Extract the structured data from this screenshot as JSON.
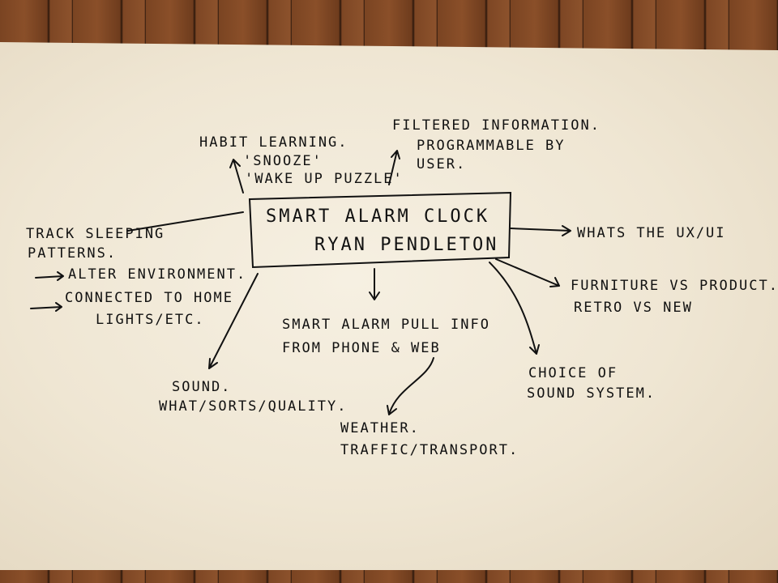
{
  "center": {
    "line1": "Smart Alarm Clock",
    "line2": "Ryan Pendleton"
  },
  "notes": {
    "habit": [
      "Habit Learning.",
      "'Snooze'",
      "'Wake up puzzle'"
    ],
    "filtered": [
      "Filtered information.",
      "Programmable by",
      "user."
    ],
    "sleep": [
      "Track sleeping",
      "patterns."
    ],
    "alter": "Alter environment.",
    "connected": [
      "Connected to home",
      "lights/etc."
    ],
    "ux": "Whats the UX/UI",
    "furniture": [
      "Furniture vs product.",
      "Retro vs new"
    ],
    "pull": [
      "Smart alarm pull info",
      "from phone & web"
    ],
    "sound": [
      "Sound.",
      "What/sorts/quality."
    ],
    "choice": [
      "Choice of",
      "sound system."
    ],
    "weather": [
      "Weather.",
      "Traffic/transport."
    ]
  },
  "colors": {
    "ink": "#111111",
    "paper": "#f3ecdc",
    "floor": "#7a4422"
  }
}
